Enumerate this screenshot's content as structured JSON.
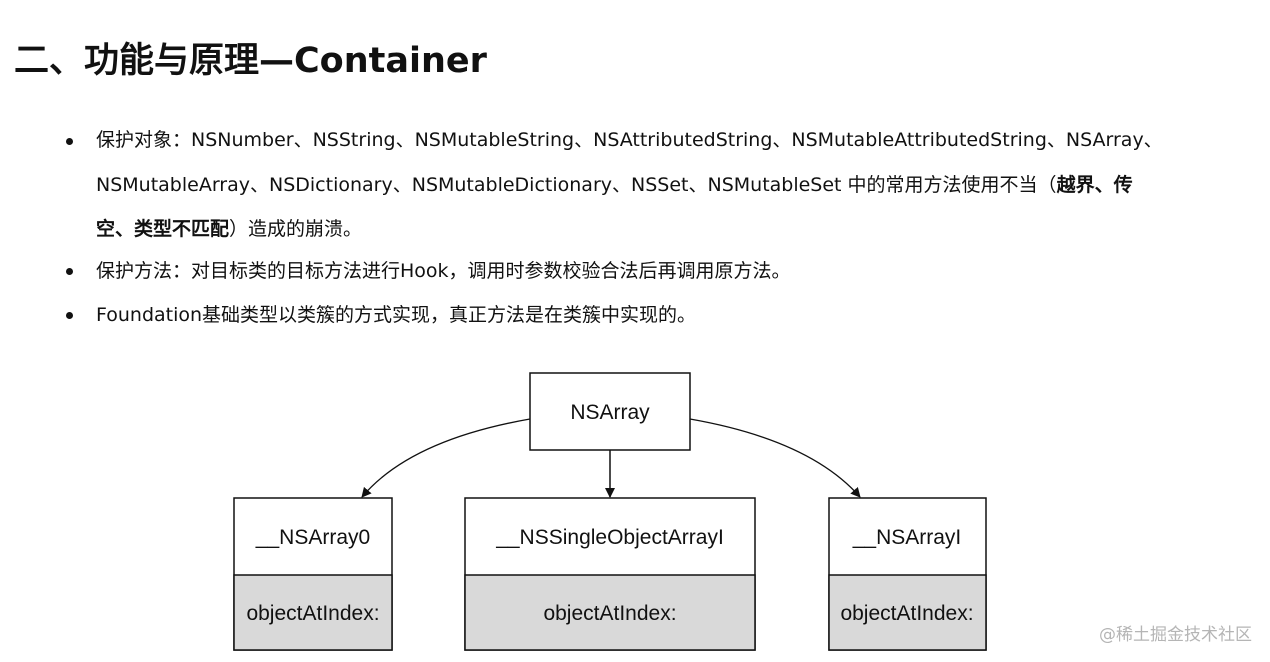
{
  "title": "二、功能与原理—Container",
  "bullets": [
    {
      "lines": [
        {
          "plain": "保护对象：NSNumber、NSString、NSMutableString、NSAttributedString、NSMutableAttributedString、NSArray、"
        },
        {
          "plain": "NSMutableArray、NSDictionary、NSMutableDictionary、NSSet、NSMutableSet 中的常用方法使用不当（",
          "bold": "越界、传"
        },
        {
          "bold": "空、类型不匹配",
          "plain": "）造成的崩溃。"
        }
      ]
    },
    {
      "lines": [
        {
          "plain": "保护方法：对目标类的目标方法进行Hook，调用时参数校验合法后再调用原方法。"
        }
      ]
    },
    {
      "lines": [
        {
          "plain": "Foundation基础类型以类簇的方式实现，真正方法是在类簇中实现的。"
        }
      ]
    }
  ],
  "diagram": {
    "root": {
      "label": "NSArray"
    },
    "children": [
      {
        "label": "__NSArray0",
        "method": "objectAtIndex:"
      },
      {
        "label": "__NSSingleObjectArrayI",
        "method": "objectAtIndex:"
      },
      {
        "label": "__NSArrayI",
        "method": "objectAtIndex:"
      }
    ],
    "colors": {
      "method_fill": "#d9d9d9",
      "stroke": "#111111"
    }
  },
  "watermark": "@稀土掘金技术社区"
}
